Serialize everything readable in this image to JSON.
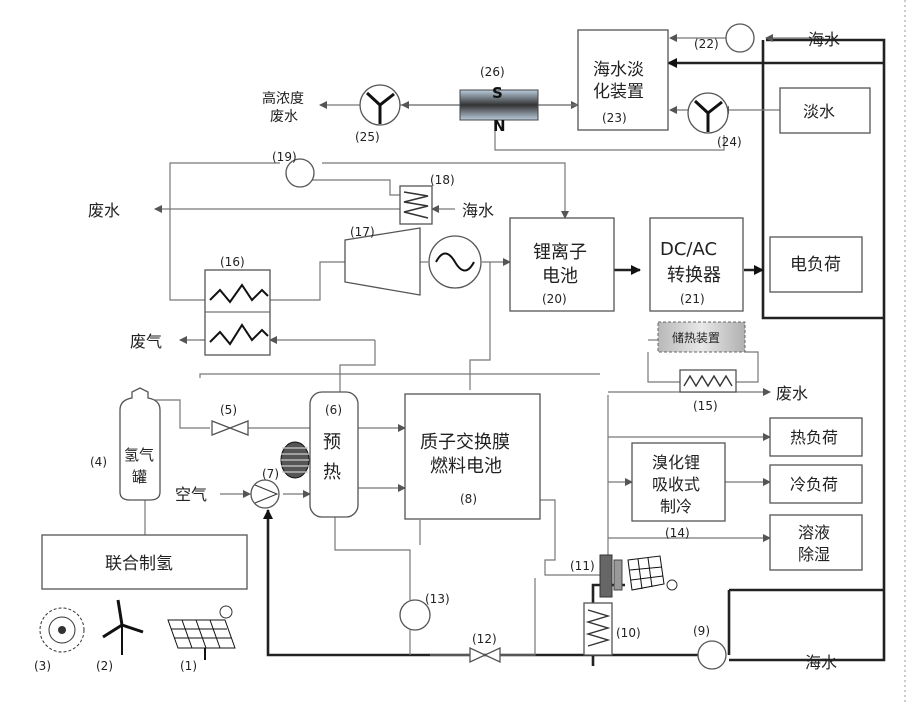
{
  "labels": {
    "n1": "(1)",
    "n2": "(2)",
    "n3": "(3)",
    "n4": "(4)",
    "n5": "(5)",
    "n6": "(6)",
    "n7": "(7)",
    "n8": "(8)",
    "n9": "(9)",
    "n10": "(10)",
    "n11": "(11)",
    "n12": "(12)",
    "n13": "(13)",
    "n14": "(14)",
    "n15": "(15)",
    "n16": "(16)",
    "n17": "(17)",
    "n18": "(18)",
    "n19": "(19)",
    "n20": "(20)",
    "n21": "(21)",
    "n22": "(22)",
    "n23": "(23)",
    "n24": "(24)",
    "n25": "(25)",
    "n26": "(26)"
  },
  "text": {
    "seawater": "海水",
    "freshwater": "淡水",
    "high_conc_1": "高浓度",
    "high_conc_2": "废水",
    "desal_1": "海水淡",
    "desal_2": "化装置",
    "waste_water": "废水",
    "exhaust": "废气",
    "air": "空气",
    "li_battery_1": "锂离子",
    "li_battery_2": "电池",
    "dcac_1": "DC/AC",
    "dcac_2": "转换器",
    "elec_load": "电负荷",
    "heat_storage": "储热装置",
    "heat_load": "热负荷",
    "cold_load": "冷负荷",
    "solution_1": "溶液",
    "solution_2": "除湿",
    "libr_1": "溴化锂",
    "libr_2": "吸收式",
    "libr_3": "制冷",
    "pemfc_1": "质子交换膜",
    "pemfc_2": "燃料电池",
    "preheat_1": "预",
    "preheat_2": "热",
    "h2tank_1": "氢气",
    "h2tank_2": "罐",
    "joint_h2": "联合制氢",
    "magnet_s": "S",
    "magnet_n": "N"
  }
}
